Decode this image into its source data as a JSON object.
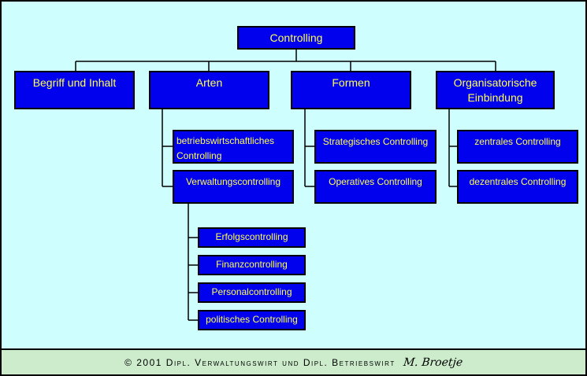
{
  "nodes": {
    "controlling": "Controlling",
    "begriff": "Begriff und Inhalt",
    "arten": "Arten",
    "formen": "Formen",
    "einbindung": "Organisatorische Einbindung",
    "betriebswirtschaftlich": "betriebswirtschaftliches Controlling",
    "verwaltung": "Verwaltungscontrolling",
    "strategisch": "Strategisches Controlling",
    "operativ": "Operatives Controlling",
    "zentral": "zentrales Controlling",
    "dezentral": "dezentrales Controlling",
    "erfolg": "Erfolgscontrolling",
    "finanz": "Finanzcontrolling",
    "personal": "Personalcontrolling",
    "politisch": "politisches Controlling"
  },
  "footer": {
    "copyright": "© 2001 Dipl. Verwaltungswirt und Dipl. Betriebswirt",
    "signature": "M. Broetje"
  },
  "colors": {
    "background": "#cffeff",
    "box-fill": "#0101ee",
    "box-text": "#ffff55",
    "footer-background": "#cceccc",
    "line": "#000000"
  }
}
